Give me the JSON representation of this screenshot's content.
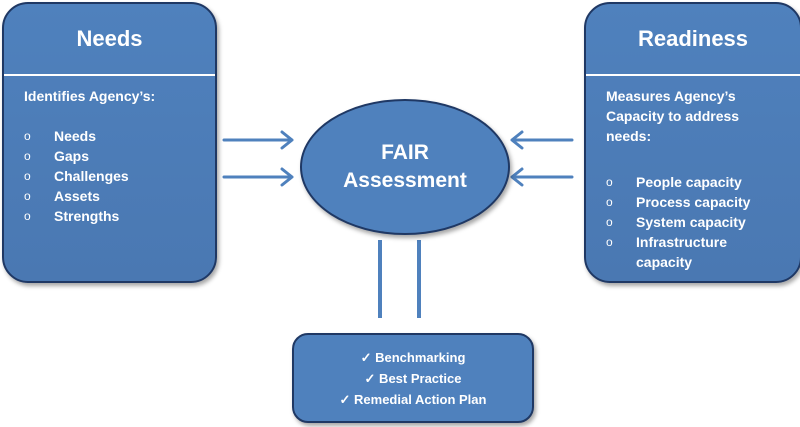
{
  "needs": {
    "title": "Needs",
    "intro": "Identifies Agency’s:",
    "bullet_symbol": "o",
    "items": [
      "Needs",
      "Gaps",
      "Challenges",
      "Assets",
      "Strengths"
    ]
  },
  "readiness": {
    "title": "Readiness",
    "intro_lines": [
      "Measures Agency’s",
      "Capacity to address",
      "needs:"
    ],
    "bullet_symbol": "o",
    "items": [
      "People capacity",
      "Process capacity",
      "System capacity",
      "Infrastructure",
      "capacity"
    ]
  },
  "center": {
    "line1": "FAIR",
    "line2": "Assessment"
  },
  "outcomes": {
    "items": [
      "✓ Benchmarking",
      "✓ Best Practice",
      "✓ Remedial Action Plan"
    ]
  },
  "colors": {
    "fill": "#4f81bd",
    "border": "#1f3864",
    "connector": "#4f81bd"
  }
}
